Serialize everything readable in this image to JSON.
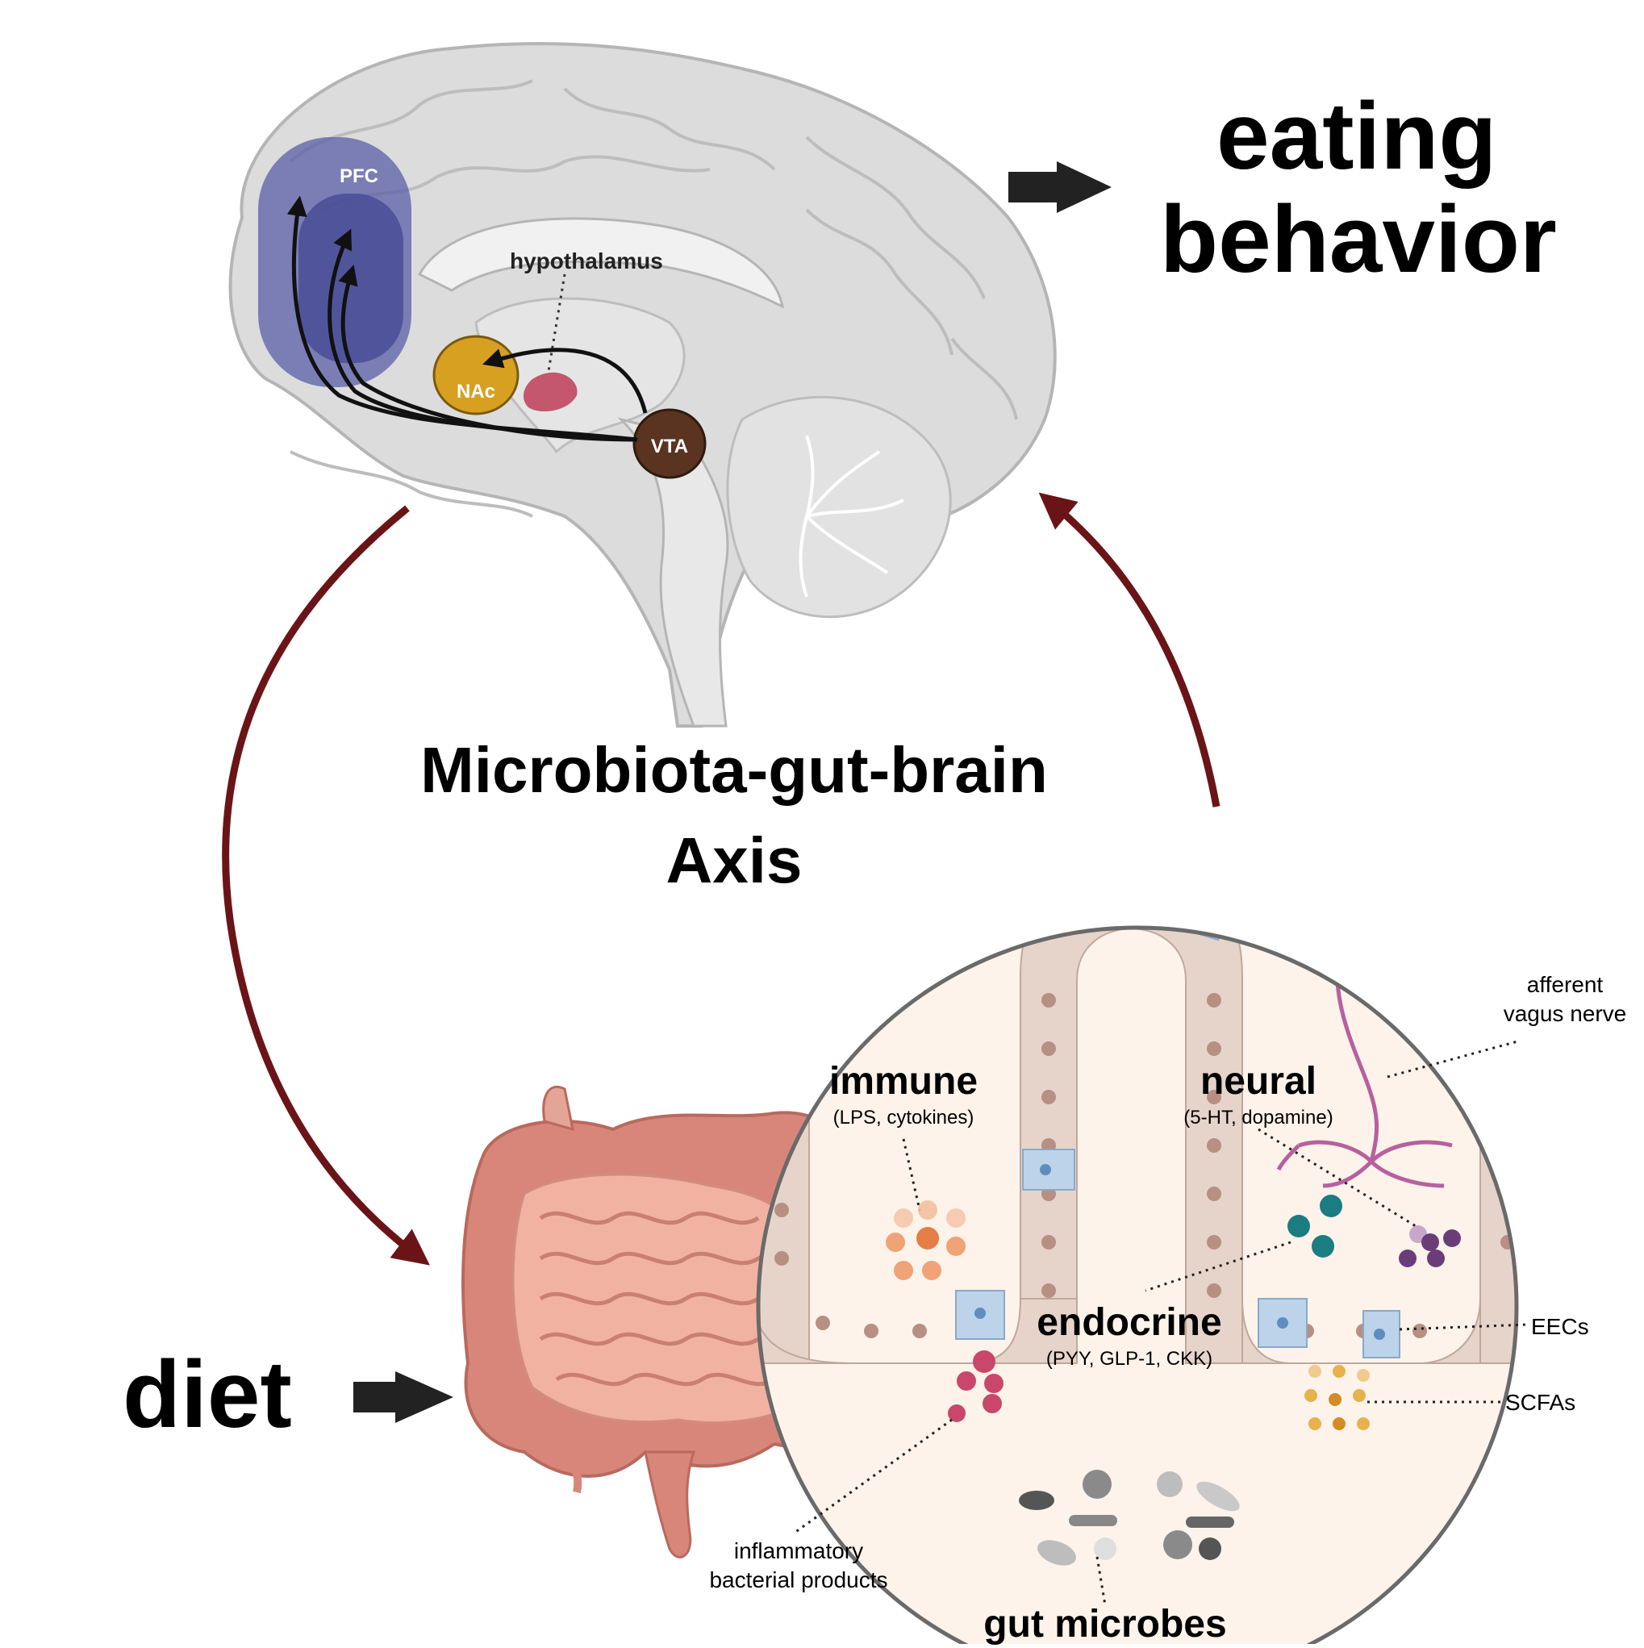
{
  "brain": {
    "title_line1": "eating",
    "title_line2": "behavior",
    "regions": {
      "pfc": "PFC",
      "nac": "NAc",
      "vta": "VTA",
      "hypothalamus": "hypothalamus"
    },
    "colors": {
      "pfc": "#5a5fa8",
      "nac": "#d8a021",
      "vta": "#5a3420",
      "hypothalamus": "#c4566d"
    }
  },
  "axis": {
    "line1": "Microbiota-gut-brain",
    "line2": "Axis"
  },
  "diet": {
    "label": "diet"
  },
  "gut_inset": {
    "immune": {
      "title": "immune",
      "sub": "(LPS, cytokines)"
    },
    "neural": {
      "title": "neural",
      "sub": "(5-HT, dopamine)"
    },
    "endocrine": {
      "title": "endocrine",
      "sub": "(PYY, GLP-1, CKK)"
    },
    "afferent_line1": "afferent",
    "afferent_line2": "vagus nerve",
    "eecs": "EECs",
    "scfas": "SCFAs",
    "inflammatory_line1": "inflammatory",
    "inflammatory_line2": "bacterial products",
    "microbes": "gut microbes"
  },
  "colors": {
    "cycle_arrow": "#6b1418",
    "flow_arrow": "#222222",
    "epithelium": "#e6d4ca",
    "lumen": "#fdf3ea"
  }
}
